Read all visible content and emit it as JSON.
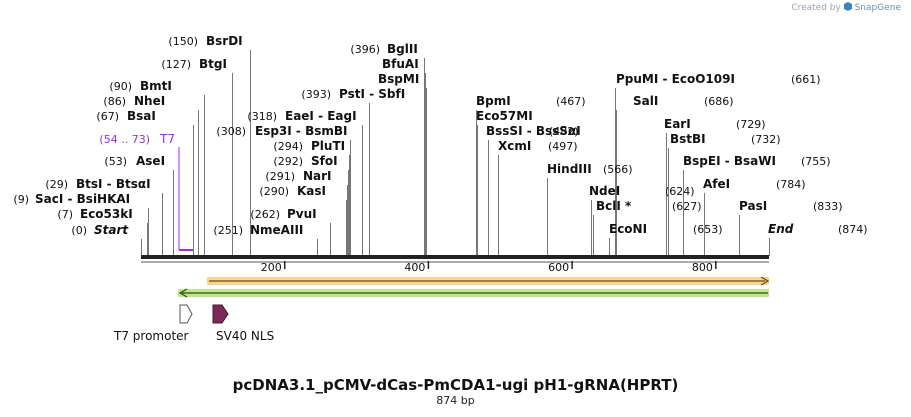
{
  "credit": {
    "prefix": "Created by",
    "brand": "SnapGene",
    "logo_icon": "snapgene-logo-icon"
  },
  "title": "pcDNA3.1_pCMV-dCas-PmCDA1-ugi pH1-gRNA(HPRT)",
  "subtitle": "874 bp",
  "sequence": {
    "length": 874,
    "ticks": [
      200,
      400,
      600,
      800
    ]
  },
  "colors": {
    "site_label": "#111111",
    "primer_bind": "#9b30d9",
    "orange_feature": "#f0b32a",
    "green_feature": "#8cd12a",
    "sv40_nls": "#7a2a56",
    "t7_promoter_fill": "#ffffff"
  },
  "sites": [
    {
      "pos": "(0)",
      "name": "Start",
      "italic": true,
      "bp": 0
    },
    {
      "pos": "(7)",
      "name": "Eco53kI",
      "bp": 7
    },
    {
      "pos": "(9)",
      "name": "SacI  -  BsiHKAI",
      "bp": 9
    },
    {
      "pos": "(29)",
      "name": "BtsI  -  BtsαI",
      "bp": 29
    },
    {
      "pos": "(53)",
      "name": "AseI",
      "bp": 53
    },
    {
      "pos": "(54 .. 73)",
      "name": "T7",
      "primer": true,
      "bp": 54,
      "bp_end": 73
    },
    {
      "pos": "(67)",
      "name": "BsaI",
      "bp": 67
    },
    {
      "pos": "(86)",
      "name": "NheI",
      "bp": 86
    },
    {
      "pos": "(90)",
      "name": "BmtI",
      "bp": 90
    },
    {
      "pos": "(127)",
      "name": "BtgI",
      "bp": 127
    },
    {
      "pos": "(150)",
      "name": "BsrDI",
      "bp": 150
    },
    {
      "pos": "(251)",
      "name": "NmeAIII",
      "bp": 251
    },
    {
      "pos": "(262)",
      "name": "PvuI",
      "bp": 262
    },
    {
      "pos": "(290)",
      "name": "KasI",
      "bp": 290
    },
    {
      "pos": "(291)",
      "name": "NarI",
      "bp": 291
    },
    {
      "pos": "(292)",
      "name": "SfoI",
      "bp": 292
    },
    {
      "pos": "(294)",
      "name": "PluTI",
      "bp": 294
    },
    {
      "pos": "(308)",
      "name": "Esp3I  -  BsmBI",
      "bp": 308
    },
    {
      "pos": "(318)",
      "name": "EaeI  -  EagI",
      "bp": 318
    },
    {
      "pos": "(393)",
      "name": "PstI  -  SbfI",
      "bp": 393
    },
    {
      "pos": "(396)",
      "name": "BglII",
      "bp": 396
    },
    {
      "pos": "",
      "name": "BfuAI",
      "bp": 396
    },
    {
      "pos": "",
      "name": "BspMI",
      "bp": 396
    },
    {
      "pos": "(467)",
      "name": "BpmI",
      "bp": 467
    },
    {
      "pos": "",
      "name": "Eco57MI",
      "bp": 467
    },
    {
      "pos": "(482)",
      "name": "BssSI  -  BssSαI",
      "bp": 482
    },
    {
      "pos": "(497)",
      "name": "XcmI",
      "bp": 497
    },
    {
      "pos": "(566)",
      "name": "HindIII",
      "bp": 566
    },
    {
      "pos": "(624)",
      "name": "NdeI",
      "bp": 624
    },
    {
      "pos": "(627)",
      "name": "BclI *",
      "bp": 627
    },
    {
      "pos": "(653)",
      "name": "EcoNI",
      "bp": 653
    },
    {
      "pos": "(661)",
      "name": "PpuMI  -  EcoO109I",
      "bp": 661
    },
    {
      "pos": "(686)",
      "name": "SalI",
      "bp": 686
    },
    {
      "pos": "(729)",
      "name": "EarI",
      "bp": 729
    },
    {
      "pos": "(732)",
      "name": "BstBI",
      "bp": 732
    },
    {
      "pos": "(755)",
      "name": "BspEI  -  BsaWI",
      "bp": 755
    },
    {
      "pos": "(784)",
      "name": "AfeI",
      "bp": 784
    },
    {
      "pos": "(833)",
      "name": "PasI",
      "bp": 833
    },
    {
      "pos": "(874)",
      "name": "End",
      "italic": true,
      "bp": 874
    }
  ],
  "features": [
    {
      "name": "orange-feature",
      "bp_start": 93,
      "bp_end": 874,
      "direction": "forward",
      "color": "#f0b32a"
    },
    {
      "name": "green-feature",
      "bp_start": 51,
      "bp_end": 874,
      "direction": "reverse",
      "color": "#8cd12a"
    },
    {
      "name": "T7 promoter",
      "label": "T7 promoter",
      "direction": "forward",
      "color": "#ffffff"
    },
    {
      "name": "SV40 NLS",
      "label": "SV40 NLS",
      "direction": "forward",
      "color": "#7a2a56"
    }
  ]
}
